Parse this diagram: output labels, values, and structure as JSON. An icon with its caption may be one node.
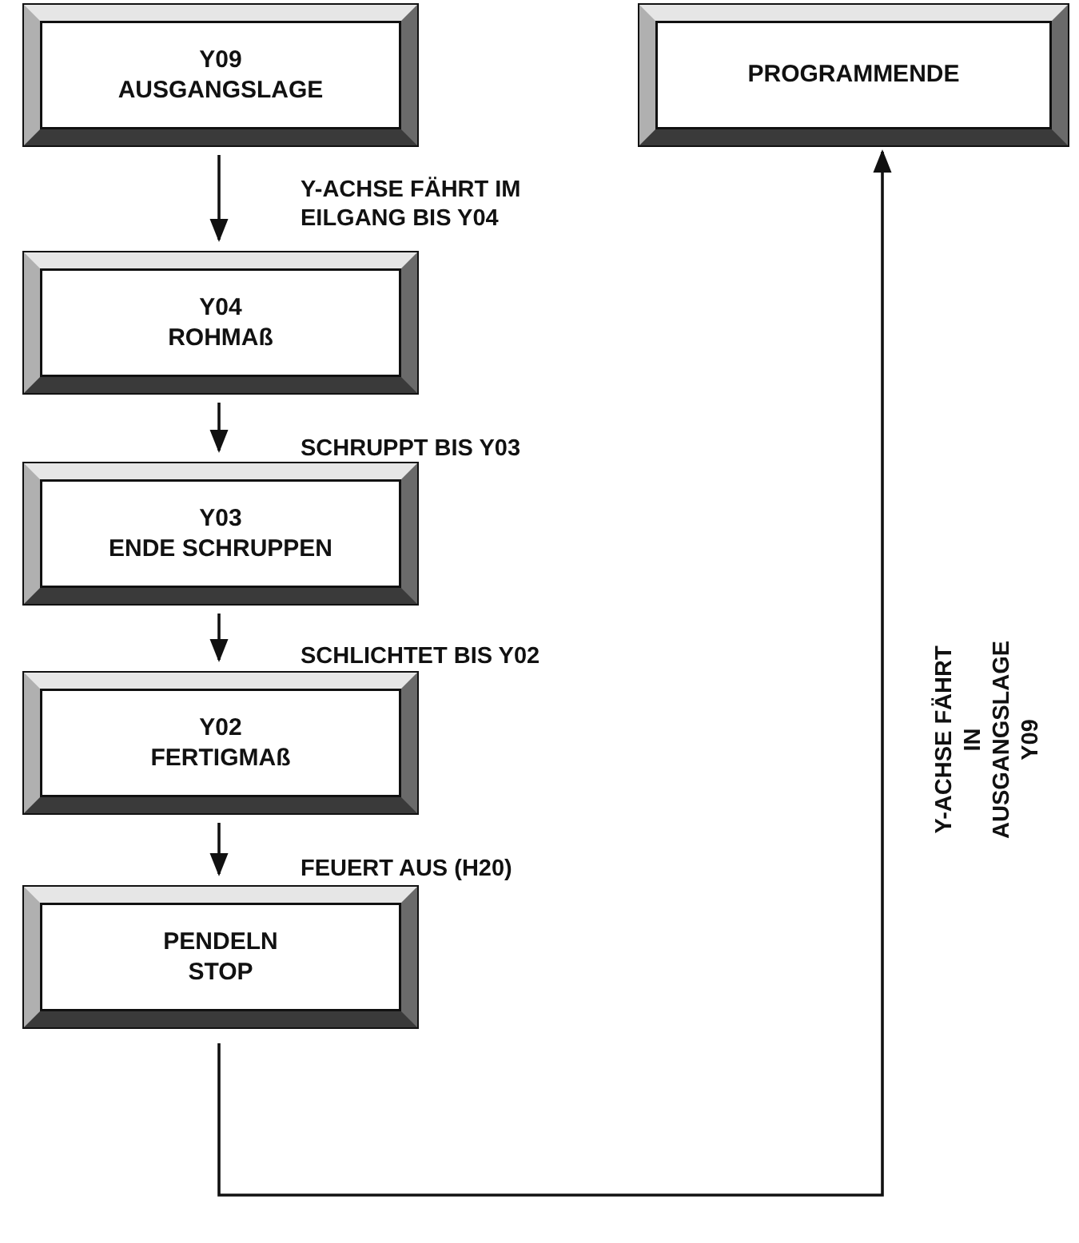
{
  "diagram": {
    "nodes": [
      {
        "text": [
          "Y09",
          "AUSGANGSLAGE"
        ]
      },
      {
        "text": [
          "Y04",
          "ROHMAß"
        ]
      },
      {
        "text": [
          "Y03",
          "ENDE SCHRUPPEN"
        ]
      },
      {
        "text": [
          "Y02",
          "FERTIGMAß"
        ]
      },
      {
        "text": [
          "PENDELN",
          "STOP"
        ]
      },
      {
        "text": [
          "PROGRAMMENDE"
        ]
      }
    ],
    "edges": [
      {
        "from": 0,
        "to": 1,
        "arrow": "to",
        "label": "Y-ACHSE FÄHRT IM EILGANG BIS Y04"
      },
      {
        "from": 1,
        "to": 2,
        "arrow": "to",
        "label": "SCHRUPPT BIS Y03"
      },
      {
        "from": 2,
        "to": 3,
        "arrow": "to",
        "label": "SCHLICHTET BIS Y02"
      },
      {
        "from": 3,
        "to": 4,
        "arrow": "to",
        "label": "FEUERT AUS (H20)"
      },
      {
        "from": 4,
        "to": 5,
        "arrow": "to",
        "label": "Y-ACHSE FÄHRT IN AUSGANGSLAGE Y09"
      }
    ]
  }
}
